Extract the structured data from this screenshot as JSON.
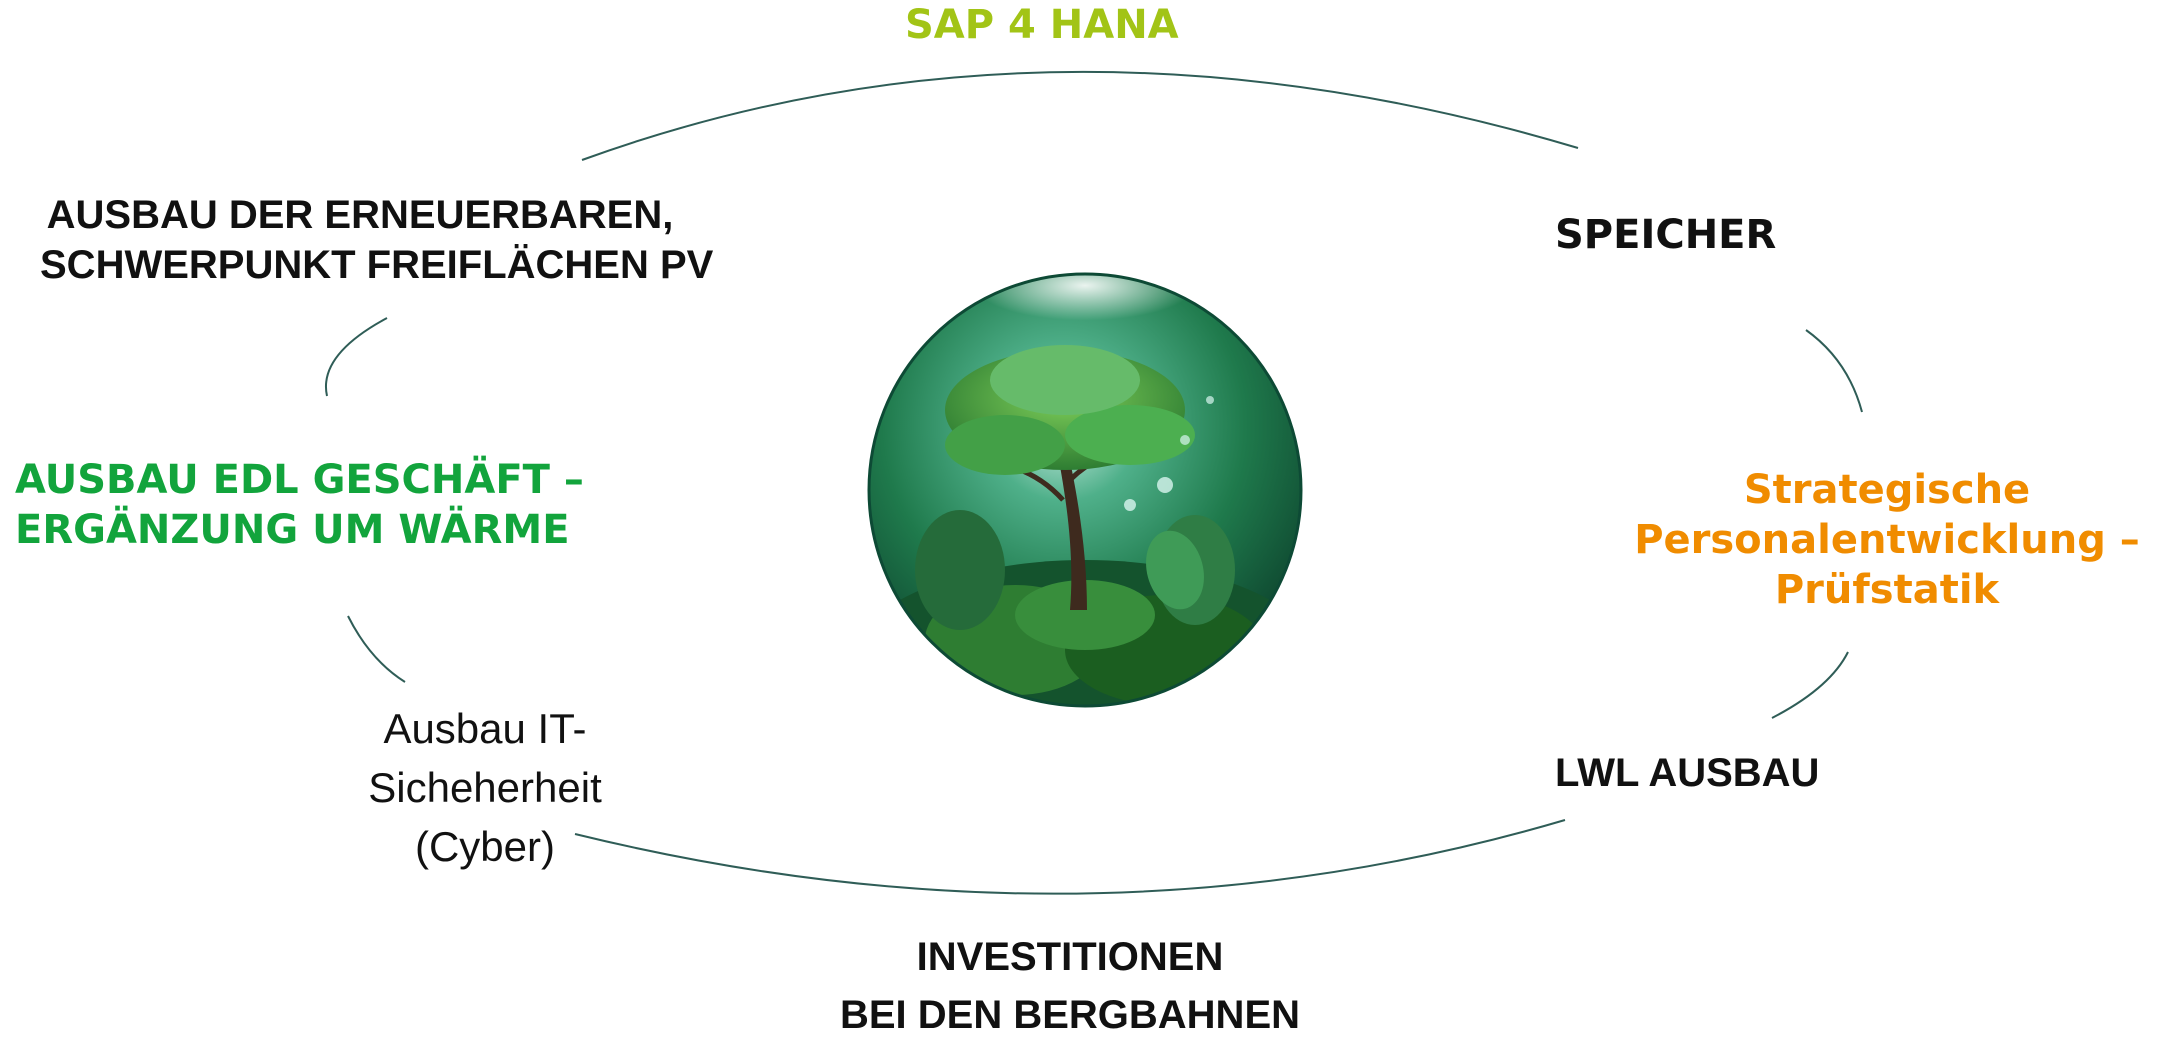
{
  "nodes": {
    "top": {
      "text": "SAP 4 HANA",
      "color": "#a2c416"
    },
    "top_left": {
      "line1": "AUSBAU DER ERNEUERBAREN,",
      "line2": "SCHWERPUNKT FREIFLÄCHEN PV",
      "color": "#111111"
    },
    "left": {
      "line1": "AUSBAU EDL GESCHÄFT –",
      "line2": "ERGÄNZUNG UM WÄRME",
      "color": "#12a43c"
    },
    "bottom_left": {
      "line1": "Ausbau IT-",
      "line2": "Sicheherheit",
      "line3": "(Cyber)",
      "color": "#111111"
    },
    "bottom": {
      "line1": "INVESTITIONEN",
      "line2": "BEI DEN BERGBAHNEN",
      "color": "#111111"
    },
    "bottom_right": {
      "text": "LWL AUSBAU",
      "color": "#111111"
    },
    "right": {
      "line1": "Strategische",
      "line2": "Personalentwicklung –",
      "line3": "Prüfstatik",
      "color": "#f08c00"
    },
    "top_right": {
      "text": "SPEICHER",
      "color": "#111111"
    }
  },
  "center_image": {
    "subject": "glass sphere with tree and green plants"
  },
  "colors": {
    "arc": "#2f5d57",
    "globe_dark": "#0b3d2a",
    "globe_mid": "#1f7a4c",
    "globe_light": "#8fd6c8"
  }
}
